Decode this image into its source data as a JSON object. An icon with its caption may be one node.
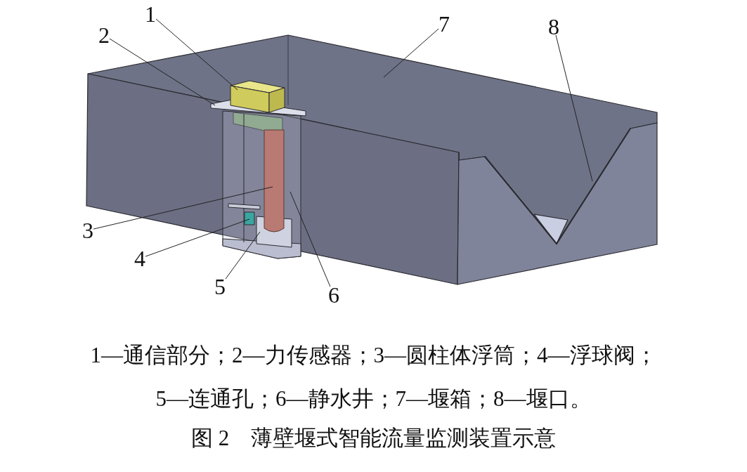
{
  "diagram": {
    "caption": "图 2　薄壁堰式智能流量监测装置示意",
    "nodes": [
      {
        "text": [
          "1"
        ]
      },
      {
        "text": [
          "2"
        ]
      },
      {
        "text": [
          "3"
        ]
      },
      {
        "text": [
          "4"
        ]
      },
      {
        "text": [
          "5"
        ]
      },
      {
        "text": [
          "6"
        ]
      },
      {
        "text": [
          "7"
        ]
      },
      {
        "text": [
          "8"
        ]
      },
      {
        "text": [],
        "shape": "box"
      },
      {
        "text": [],
        "shape": "triangle",
        "in": 8
      },
      {
        "text": [],
        "shape": "box"
      },
      {
        "text": [],
        "shape": "box",
        "in": 8
      },
      {
        "text": [],
        "shape": "bar",
        "in": 8
      },
      {
        "text": [],
        "shape": "cylinder",
        "in": 10
      },
      {
        "text": [],
        "shape": "box",
        "in": 10
      },
      {
        "text": [],
        "shape": "box",
        "in": 10
      }
    ],
    "edges": [
      {
        "from": 0,
        "to": 11,
        "arrow": "none"
      },
      {
        "from": 1,
        "to": 12,
        "arrow": "none"
      },
      {
        "from": 2,
        "to": 13,
        "arrow": "none"
      },
      {
        "from": 3,
        "to": 14,
        "arrow": "none"
      },
      {
        "from": 4,
        "to": 15,
        "arrow": "none"
      },
      {
        "from": 5,
        "to": 10,
        "arrow": "none"
      },
      {
        "from": 6,
        "to": 8,
        "arrow": "none"
      },
      {
        "from": 7,
        "to": 9,
        "arrow": "none"
      }
    ],
    "labels": [
      "1—通信部分；2—力传感器；3—圆柱体浮筒；4—浮球阀；",
      "5—连通孔；6—静水井；7—堰箱；8—堰口。"
    ]
  }
}
